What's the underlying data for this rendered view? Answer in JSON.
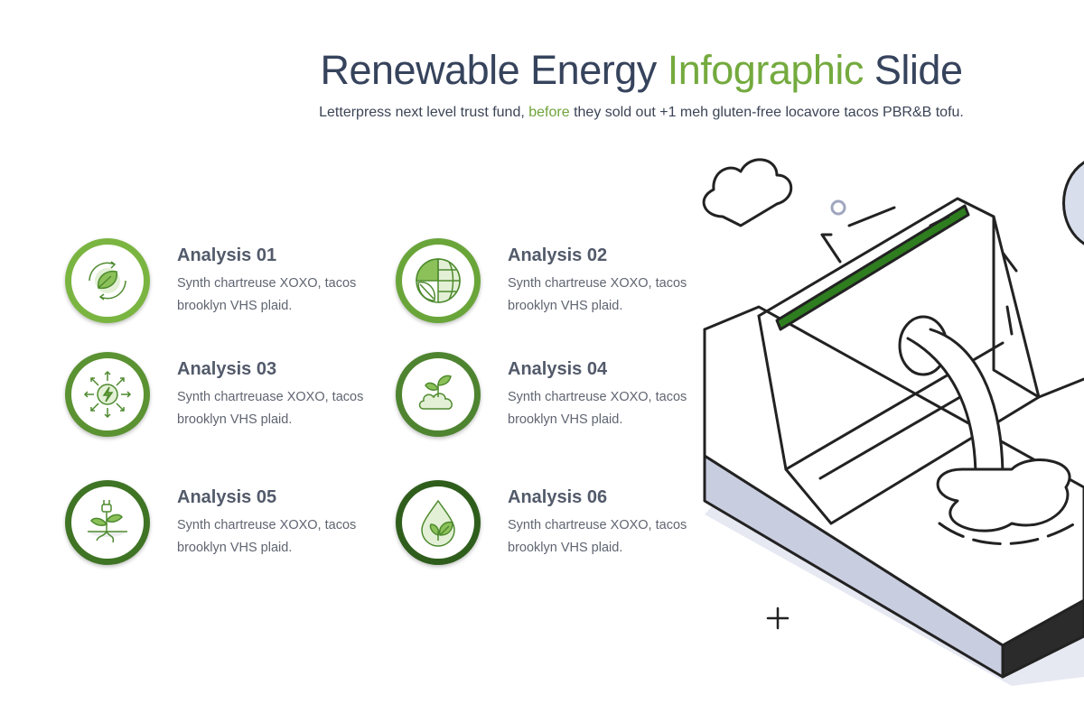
{
  "header": {
    "title_pre": "Renewable Energy ",
    "title_highlight": "Infographic",
    "title_post": " Slide",
    "subtitle_pre": "Letterpress next level trust fund, ",
    "subtitle_highlight": "before",
    "subtitle_post": " they sold out +1 meh gluten-free locavore tacos PBR&B tofu."
  },
  "colors": {
    "accent": "#74aa3e",
    "title": "#36435c",
    "ring_1": "#7bb541",
    "ring_2": "#6aa53a",
    "ring_3": "#5b9232",
    "ring_4": "#4e8430",
    "ring_5": "#3f7425",
    "ring_6": "#2f5e1c"
  },
  "items": [
    {
      "title": "Analysis 01",
      "text": "Synth chartreuse XOXO, tacos brooklyn VHS plaid.",
      "icon": "leaf-recycle-icon"
    },
    {
      "title": "Analysis 02",
      "text": "Synth chartreuse XOXO, tacos brooklyn VHS plaid.",
      "icon": "leaf-globe-icon"
    },
    {
      "title": "Analysis 03",
      "text": "Synth chartreuase XOXO, tacos brooklyn VHS plaid.",
      "icon": "energy-bolt-icon"
    },
    {
      "title": "Analysis 04",
      "text": "Synth chartreuse XOXO, tacos brooklyn VHS plaid.",
      "icon": "sprout-cloud-icon"
    },
    {
      "title": "Analysis 05",
      "text": "Synth chartreuse XOXO, tacos brooklyn VHS plaid.",
      "icon": "plant-plug-icon"
    },
    {
      "title": "Analysis 06",
      "text": "Synth chartreuse XOXO, tacos brooklyn VHS plaid.",
      "icon": "water-drop-leaf-icon"
    }
  ]
}
